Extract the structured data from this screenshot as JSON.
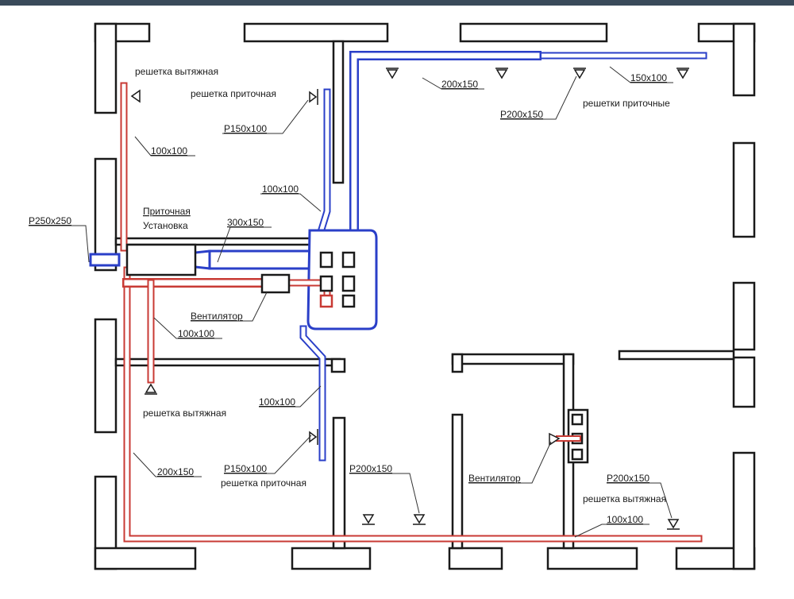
{
  "labels": {
    "exhaust_grille_top": "решетка вытяжная",
    "supply_grille_top": "решетка приточная",
    "size_p150x100_top": "Р150х100",
    "size_100x100_left": "100х100",
    "size_100x100_mid": "100х100",
    "size_p250x250": "Р250х250",
    "supply_unit_line1": "Приточная",
    "supply_unit_line2": "Установка",
    "size_300x150": "300х150",
    "fan_left": "Вентилятор",
    "size_100x100_lower": "100х100",
    "exhaust_grille_lower": "решетка вытяжная",
    "size_100x100_lower_right": "100х100",
    "size_200x150_left": "200х150",
    "size_p150x100_lower": "Р150х100",
    "supply_grille_lower": "решетка приточная",
    "size_200x150_top": "200х150",
    "size_150x100_top": "150х100",
    "size_p200x150_top": "Р200х150",
    "supply_grilles_top": "решетки приточные",
    "size_p200x150_bottom": "Р200х150",
    "fan_right": "Вентилятор",
    "size_p200x150_right": "Р200х150",
    "exhaust_grille_right": "решетка вытяжная",
    "size_100x100_bottom": "100х100"
  },
  "colors": {
    "supply_duct": "#2a3fc8",
    "exhaust_duct": "#c83a34",
    "wall": "#1a1a1a"
  }
}
